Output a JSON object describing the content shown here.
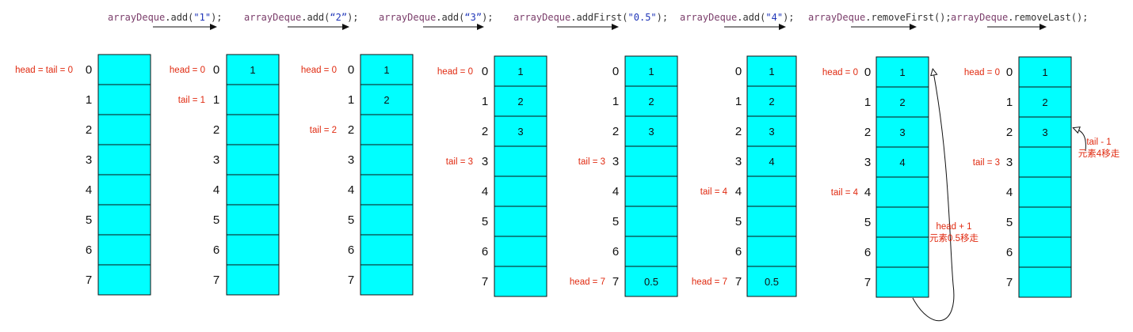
{
  "colors": {
    "cell_fill": "#00FFFF",
    "cell_stroke": "#111111",
    "annotation": "#E02A10",
    "object_name": "#7A3D6A",
    "string_literal": "#1F35B8",
    "method": "#333333"
  },
  "diagram": {
    "capacity": 8,
    "indices": [
      "0",
      "1",
      "2",
      "3",
      "4",
      "5",
      "6",
      "7"
    ],
    "steps": [
      {
        "operation": {
          "object": "arrayDeque",
          "dot": ".",
          "method": "add(",
          "arg": "\"1\"",
          "close": ");"
        },
        "cells": [
          "",
          "",
          "",
          "",
          "",
          "",
          "",
          ""
        ],
        "labels": [
          {
            "row": 0,
            "text": "head = tail = 0"
          }
        ]
      },
      {
        "operation": {
          "object": "arrayDeque",
          "dot": ".",
          "method": "add(",
          "arg": "“2”",
          "close": ");"
        },
        "cells": [
          "1",
          "",
          "",
          "",
          "",
          "",
          "",
          ""
        ],
        "labels": [
          {
            "row": 0,
            "text": "head = 0"
          },
          {
            "row": 1,
            "text": "tail = 1"
          }
        ]
      },
      {
        "operation": {
          "object": "arrayDeque",
          "dot": ".",
          "method": "add(",
          "arg": "“3”",
          "close": ");"
        },
        "cells": [
          "1",
          "2",
          "",
          "",
          "",
          "",
          "",
          ""
        ],
        "labels": [
          {
            "row": 0,
            "text": "head = 0"
          },
          {
            "row": 2,
            "text": "tail = 2"
          }
        ]
      },
      {
        "operation": {
          "object": "arrayDeque",
          "dot": ".",
          "method": "addFirst(",
          "arg": "\"0.5\"",
          "close": ");"
        },
        "cells": [
          "1",
          "2",
          "3",
          "",
          "",
          "",
          "",
          ""
        ],
        "labels": [
          {
            "row": 0,
            "text": "head = 0"
          },
          {
            "row": 3,
            "text": "tail = 3"
          }
        ]
      },
      {
        "operation": {
          "object": "arrayDeque",
          "dot": ".",
          "method": "add(",
          "arg": "\"4\"",
          "close": ");"
        },
        "cells": [
          "1",
          "2",
          "3",
          "",
          "",
          "",
          "",
          "0.5"
        ],
        "labels": [
          {
            "row": 3,
            "text": "tail = 3"
          },
          {
            "row": 7,
            "text": "head = 7"
          }
        ]
      },
      {
        "operation": {
          "object": "arrayDeque",
          "dot": ".",
          "method": "removeFirst();",
          "arg": "",
          "close": ""
        },
        "cells": [
          "1",
          "2",
          "3",
          "4",
          "",
          "",
          "",
          "0.5"
        ],
        "labels": [
          {
            "row": 4,
            "text": "tail = 4"
          },
          {
            "row": 7,
            "text": "head = 7"
          }
        ]
      },
      {
        "operation": {
          "object": "arrayDeque",
          "dot": ".",
          "method": "removeLast();",
          "arg": "",
          "close": ""
        },
        "cells": [
          "1",
          "2",
          "3",
          "4",
          "",
          "",
          "",
          ""
        ],
        "labels": [
          {
            "row": 0,
            "text": "head = 0"
          },
          {
            "row": 4,
            "text": "tail = 4"
          }
        ]
      },
      {
        "operation": null,
        "cells": [
          "1",
          "2",
          "3",
          "",
          "",
          "",
          "",
          ""
        ],
        "labels": [
          {
            "row": 0,
            "text": "head = 0"
          },
          {
            "row": 3,
            "text": "tail = 3"
          }
        ]
      }
    ],
    "notes": [
      {
        "lines": [
          "head + 1",
          "元素0.5移走"
        ]
      },
      {
        "lines": [
          "tail - 1",
          "元素4移走"
        ]
      }
    ]
  }
}
